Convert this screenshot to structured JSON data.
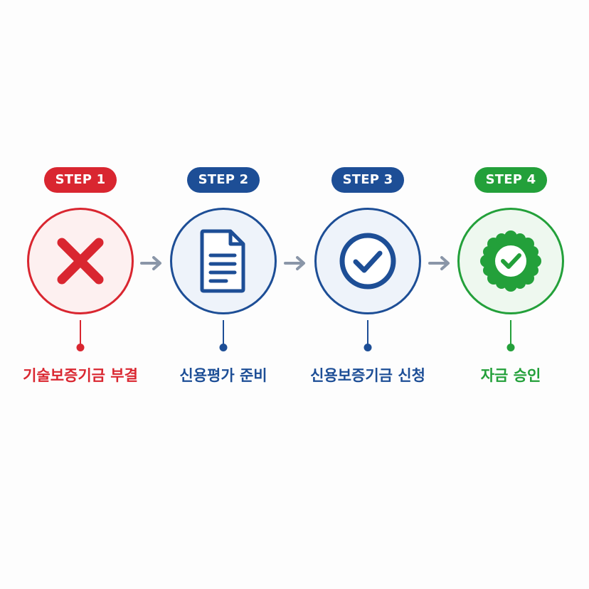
{
  "steps": [
    {
      "badge": "STEP 1",
      "label": "기술보증기금 부결",
      "icon": "x-mark-icon",
      "color": "#d92630"
    },
    {
      "badge": "STEP 2",
      "label": "신용평가 준비",
      "icon": "document-icon",
      "color": "#1d4e96"
    },
    {
      "badge": "STEP 3",
      "label": "신용보증기금 신청",
      "icon": "check-circle-icon",
      "color": "#1d4e96"
    },
    {
      "badge": "STEP 4",
      "label": "자금 승인",
      "icon": "approval-seal-icon",
      "color": "#23a03a"
    }
  ],
  "connector": {
    "icon": "arrow-right-icon",
    "color": "#8a96a8"
  }
}
